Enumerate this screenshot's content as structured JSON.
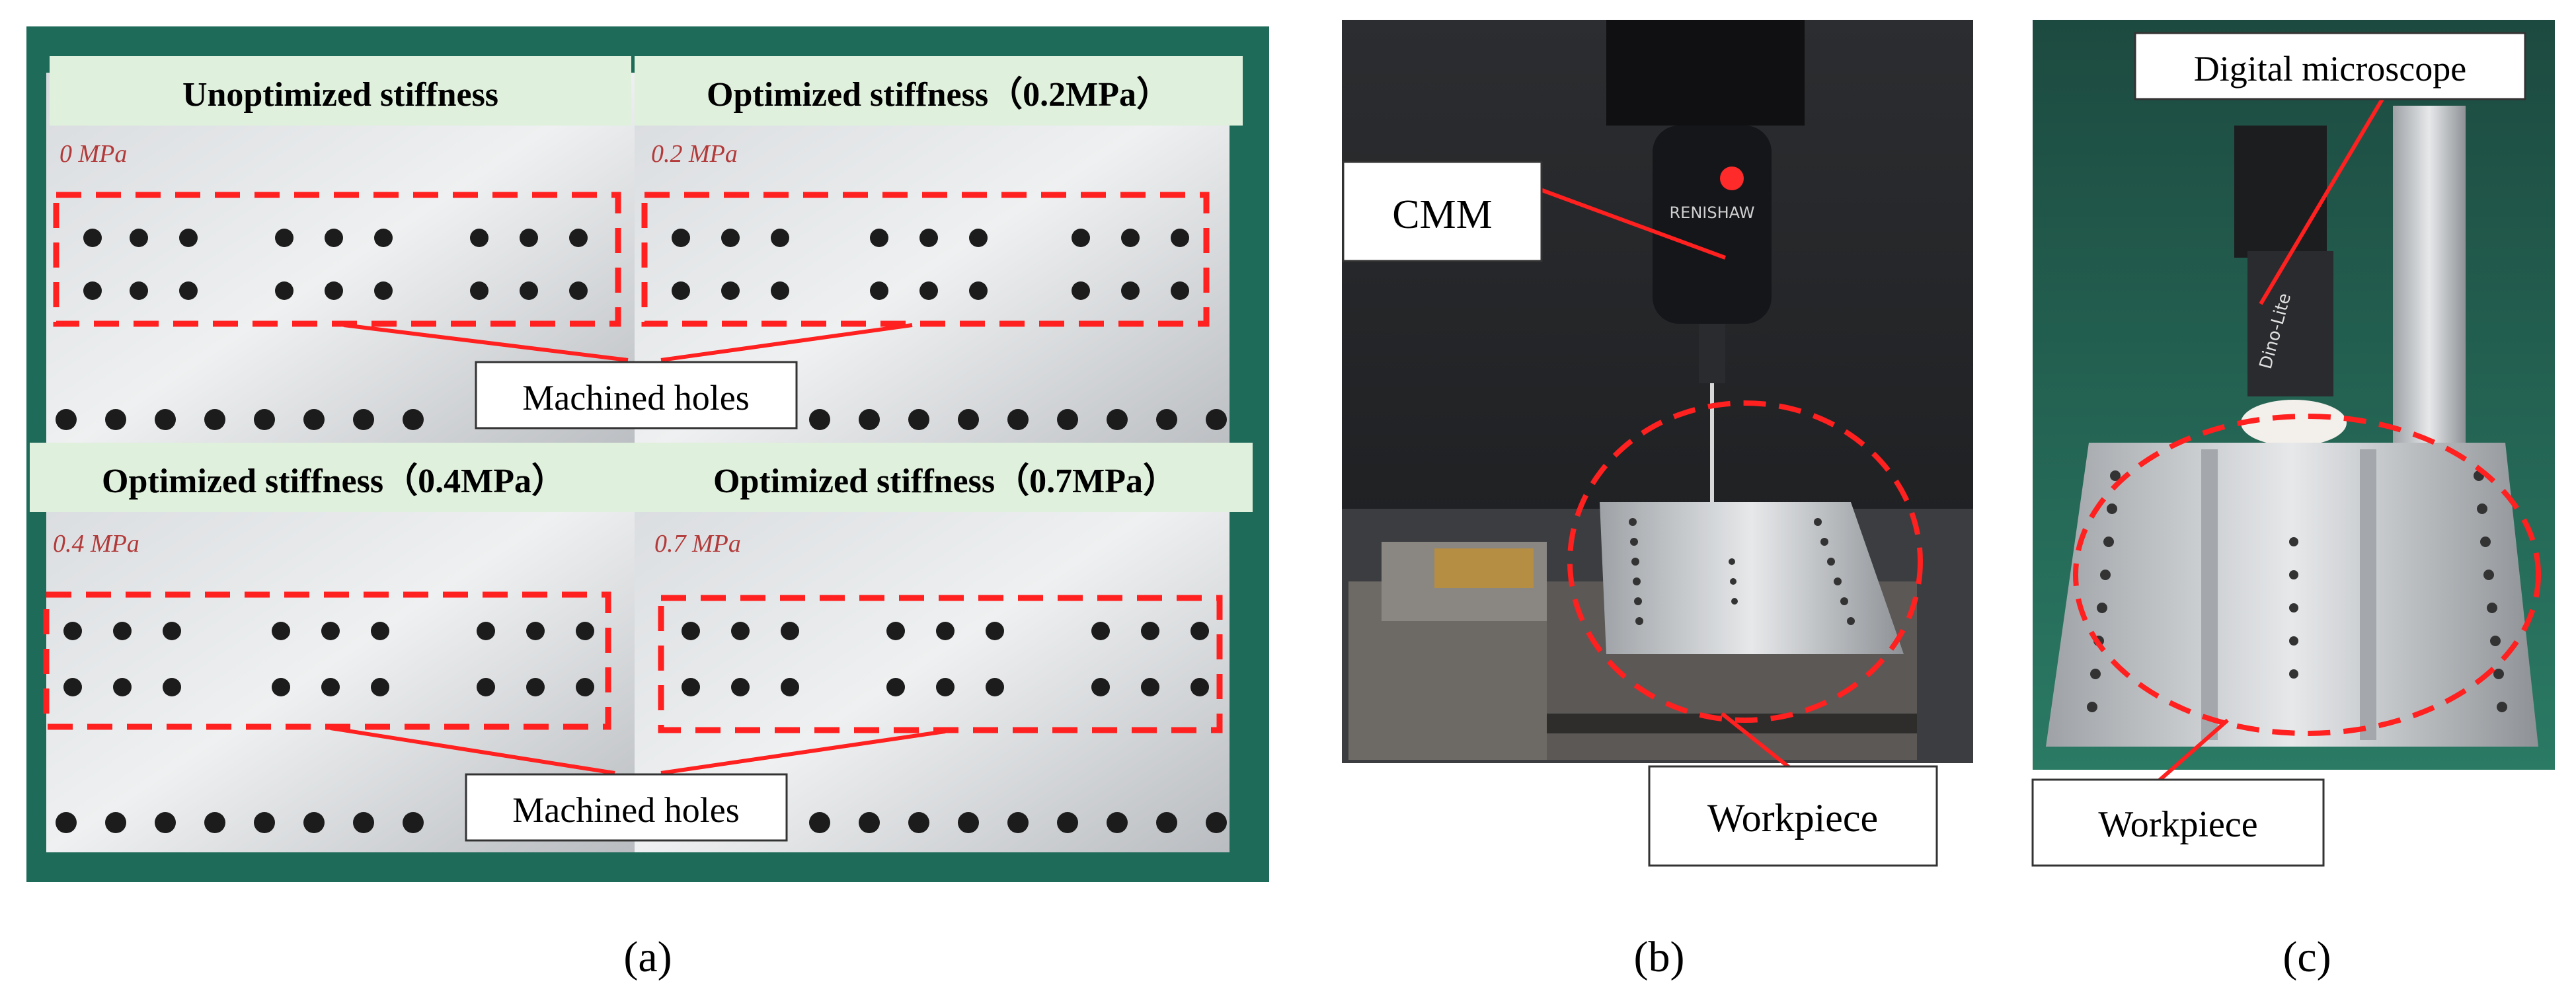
{
  "panel_a": {
    "header_top_left": "Unoptimized stiffness",
    "header_top_right": "Optimized stiffness（0.2MPa）",
    "header_bottom_left": "Optimized stiffness（0.4MPa）",
    "header_bottom_right": "Optimized stiffness（0.7MPa）",
    "callout_top": "Machined holes",
    "callout_bottom": "Machined holes",
    "handwriting_1": "0 MPa",
    "handwriting_2": "0.2 MPa",
    "handwriting_3": "0.4 MPa",
    "handwriting_4": "0.7 MPa",
    "caption": "(a)"
  },
  "panel_b": {
    "callout_cmm": "CMM",
    "callout_workpiece": "Workpiece",
    "probe_text": "RENISHAW",
    "caption": "(b)"
  },
  "panel_c": {
    "callout_microscope": "Digital microscope",
    "callout_workpiece": "Workpiece",
    "device_text": "Dino-Lite",
    "caption": "(c)"
  },
  "colors": {
    "highlight_dash": "#ff2020",
    "header_fill": "#dff0dc",
    "plate": "#c9ccd0",
    "background_green": "#1f6b5a"
  }
}
